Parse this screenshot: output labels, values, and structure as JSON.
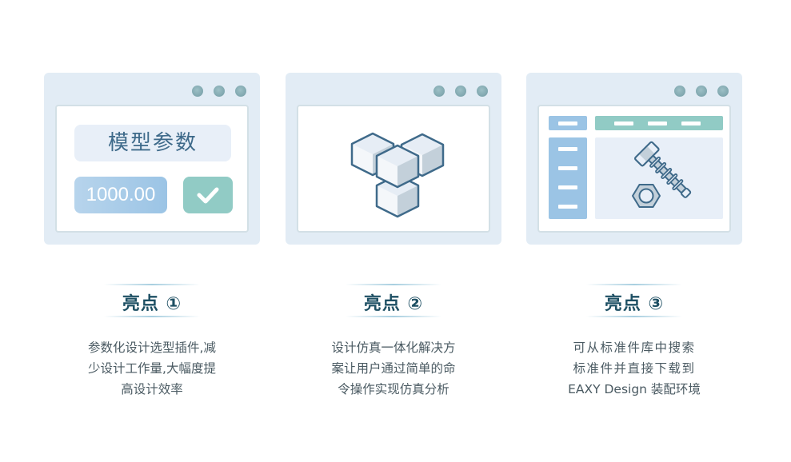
{
  "features": [
    {
      "title": "亮点 ①",
      "description_lines": [
        "参数化设计选型插件,减",
        "少设计工作量,大幅度提",
        "高设计效率"
      ],
      "illustration": {
        "param_label": "模型参数",
        "value": "1000.00",
        "confirm_icon": "check-icon"
      }
    },
    {
      "title": "亮点 ②",
      "description_lines": [
        "设计仿真一体化解决方",
        "案让用户通过简单的命",
        "令操作实现仿真分析"
      ],
      "illustration": {
        "icon": "cubes-icon"
      }
    },
    {
      "title": "亮点 ③",
      "description_lines": [
        "可从标准件库中搜索",
        "标准件并直接下载到",
        "EAXY Design 装配环境"
      ],
      "illustration": {
        "icon": "bolt-nut-icon"
      }
    }
  ],
  "colors": {
    "window_bg": "#e2ecf5",
    "window_dot": "#7fa6ae",
    "title_text": "#1d4f63",
    "body_text": "#4a5a62",
    "blue_accent": "#9bc4e5",
    "teal_accent": "#91cbc5",
    "icon_stroke": "#3f6a8a"
  }
}
